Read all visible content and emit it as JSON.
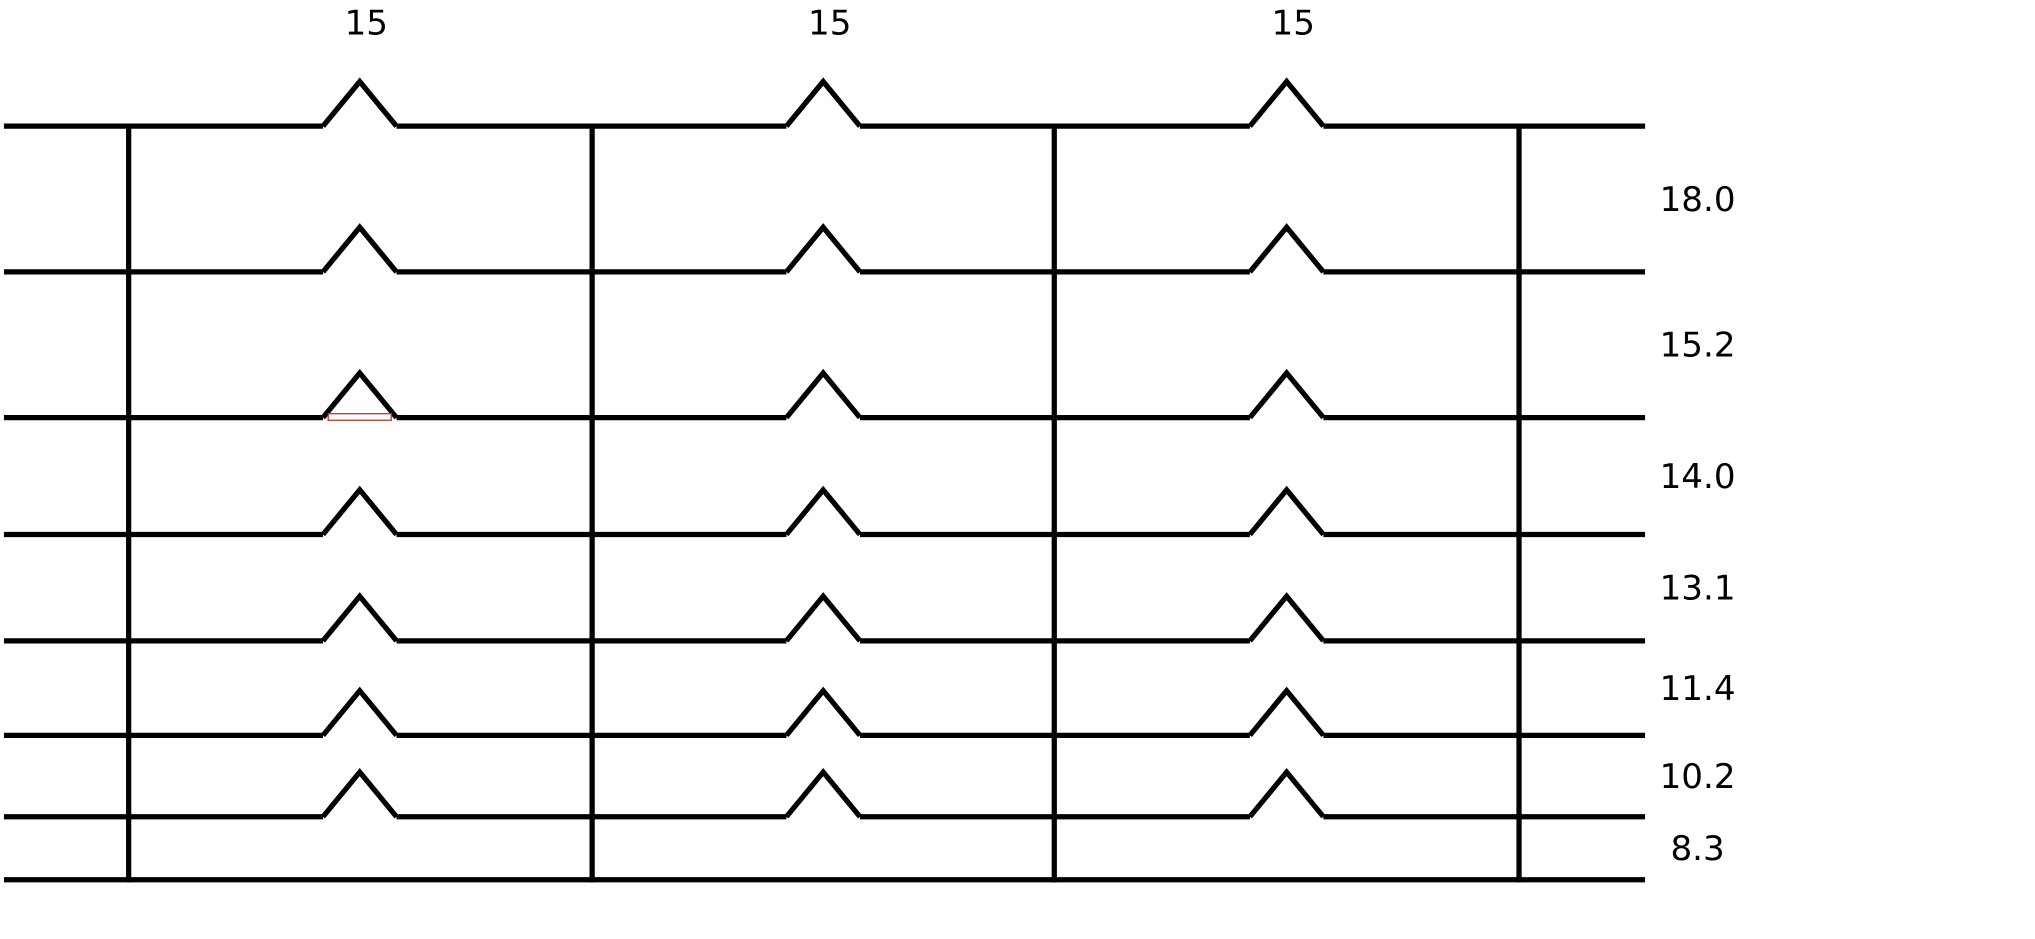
{
  "diagram": {
    "bay_labels": [
      "15",
      "15",
      "15"
    ],
    "storey_heights": [
      "18.0",
      "15.2",
      "14.0",
      "13.1",
      "11.4",
      "10.2",
      "8.3"
    ],
    "colors": {
      "line": "#000000",
      "accent": "#c0392b"
    }
  }
}
